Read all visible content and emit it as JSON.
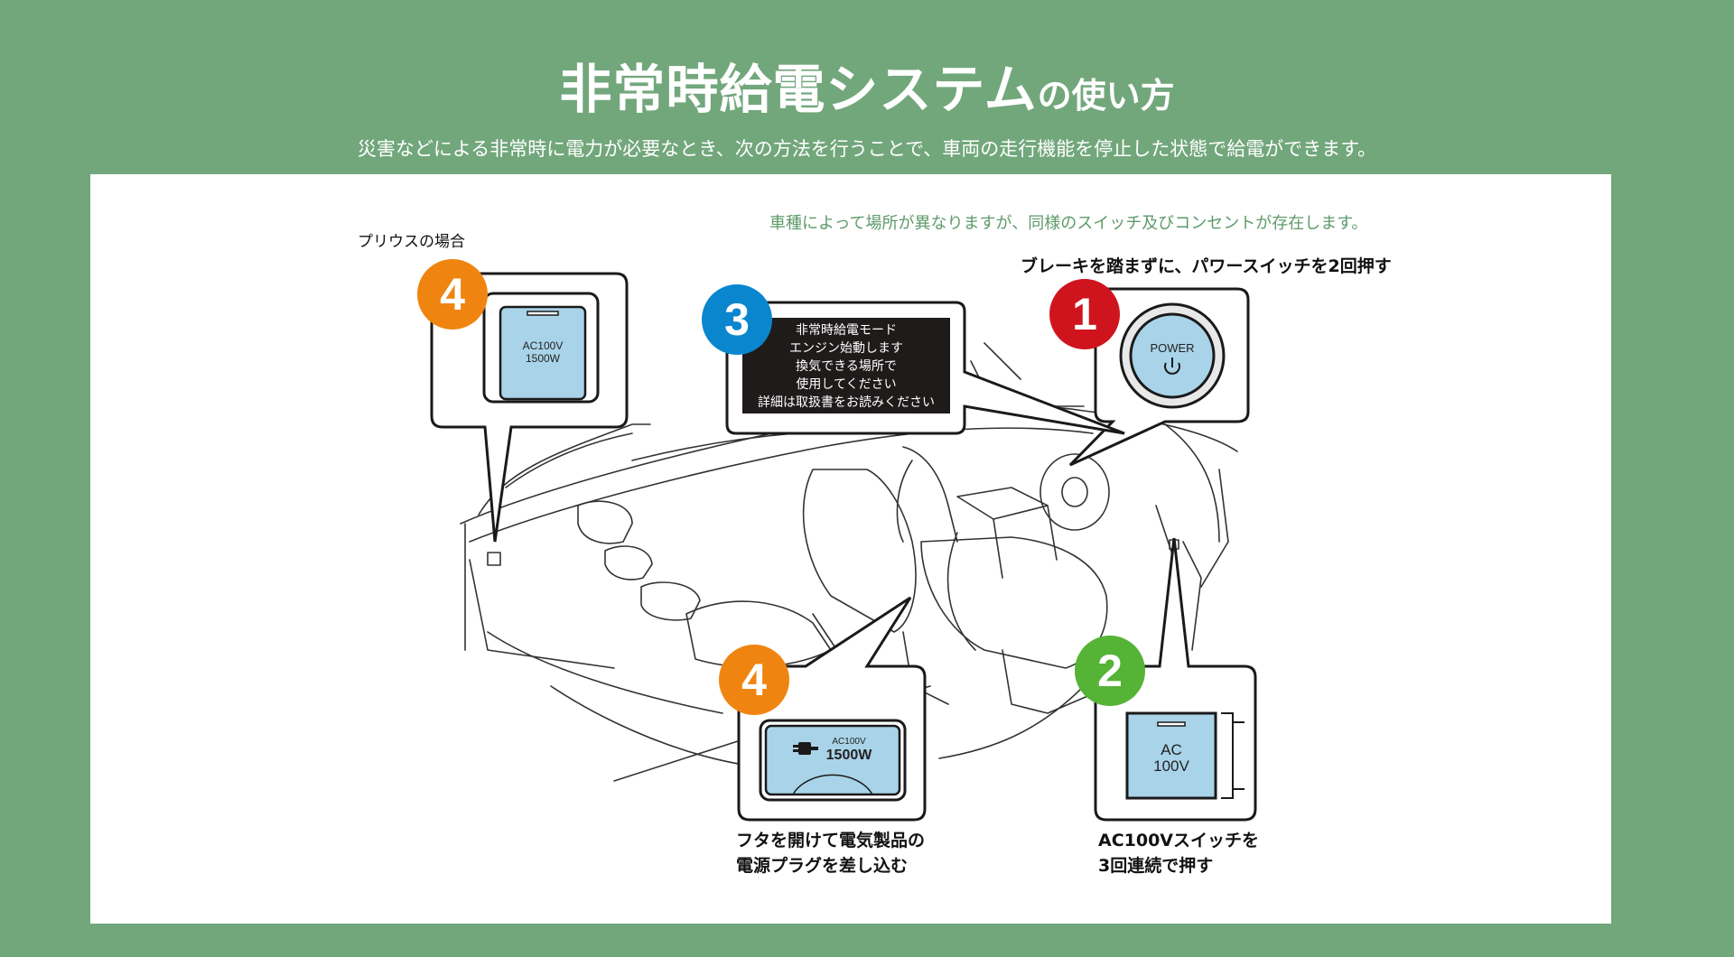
{
  "title": {
    "main": "非常時給電システム",
    "suffix": "の使い方"
  },
  "subtitle": "災害などによる非常時に電力が必要なとき、次の方法を行うことで、車両の走行機能を停止した状態で給電ができます。",
  "note": "車種によって場所が異なりますが、同様のスイッチ及びコンセントが存在します。",
  "prius_label": "プリウスの場合",
  "steps": {
    "s1": {
      "number": "1",
      "caption": "ブレーキを踏まずに、パワースイッチを2回押す",
      "button_label": "POWER"
    },
    "s2": {
      "number": "2",
      "caption_lines": [
        "AC100Vスイッチを",
        "3回連続で押す"
      ],
      "switch_lines": [
        "AC",
        "100V"
      ]
    },
    "s3": {
      "number": "3",
      "screen_lines": [
        "非常時給電モード",
        "エンジン始動します",
        "換気できる場所で",
        "使用してください",
        "詳細は取扱書をお読みください"
      ]
    },
    "s4a": {
      "number": "4",
      "outlet_lines": [
        "AC100V",
        "1500W"
      ]
    },
    "s4b": {
      "number": "4",
      "outlet_small": "AC100V",
      "outlet_big": "1500W",
      "caption_lines": [
        "フタを開けて電気製品の",
        "電源プラグを差し込む"
      ]
    }
  },
  "colors": {
    "background": "#72a77c",
    "panel": "#ffffff",
    "badge1": "#d0141e",
    "badge2": "#55b336",
    "badge3": "#0a86cf",
    "badge4": "#ef8510",
    "light_blue": "#a9d3e8"
  }
}
